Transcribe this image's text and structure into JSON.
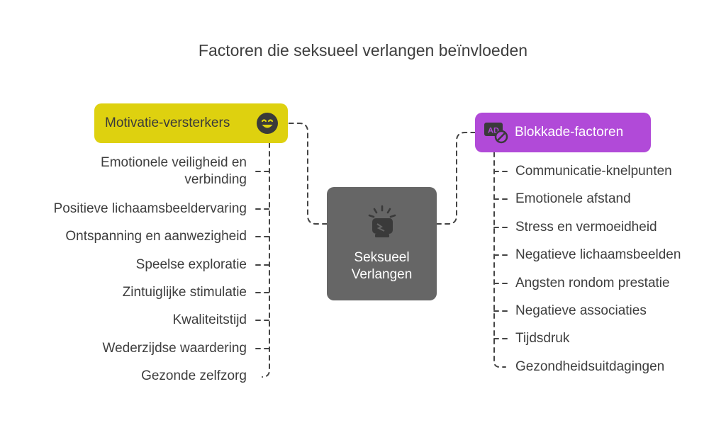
{
  "title": "Factoren die seksueel verlangen beïnvloeden",
  "center": {
    "label": "Seksueel\nVerlangen",
    "icon": "fist-burst-icon"
  },
  "left_branch": {
    "label": "Motivatie-versterkers",
    "icon": "smiley-face-icon",
    "color": "#ded10f",
    "items": [
      "Emotionele veiligheid en verbinding",
      "Positieve lichaamsbeeldervaring",
      "Ontspanning en aanwezigheid",
      "Speelse exploratie",
      "Zintuiglijke stimulatie",
      "Kwaliteitstijd",
      "Wederzijdse waardering",
      "Gezonde zelfzorg"
    ]
  },
  "right_branch": {
    "label": "Blokkade-factoren",
    "icon": "blocked-ad-icon",
    "color": "#b14ad8",
    "items": [
      "Communicatie-knelpunten",
      "Emotionele afstand",
      "Stress en vermoeidheid",
      "Negatieve lichaamsbeelden",
      "Angsten rondom prestatie",
      "Negatieve associaties",
      "Tijdsdruk",
      "Gezondheidsuitdagingen"
    ]
  }
}
